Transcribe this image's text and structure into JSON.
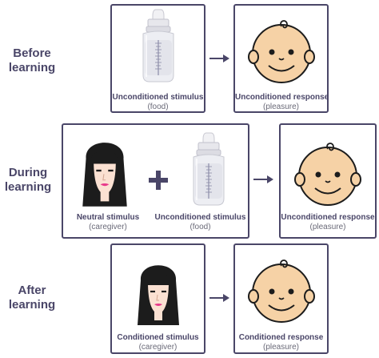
{
  "stages": [
    {
      "line1": "Before",
      "line2": "learning"
    },
    {
      "line1": "During",
      "line2": "learning"
    },
    {
      "line1": "After",
      "line2": "learning"
    }
  ],
  "captions": {
    "before_stimulus": {
      "title": "Unconditioned stimulus",
      "sub": "(food)"
    },
    "before_response": {
      "title": "Unconditioned response",
      "sub": "(pleasure)"
    },
    "during_neutral": {
      "title": "Neutral stimulus",
      "sub": "(caregiver)"
    },
    "during_stimulus": {
      "title": "Unconditioned stimulus",
      "sub": "(food)"
    },
    "during_response": {
      "title": "Unconditioned response",
      "sub": "(pleasure)"
    },
    "after_stimulus": {
      "title": "Conditioned stimulus",
      "sub": "(caregiver)"
    },
    "after_response": {
      "title": "Conditioned response",
      "sub": "(pleasure)"
    }
  },
  "colors": {
    "frame": "#4a4668",
    "skin": "#f6d2a6",
    "hair": "#1c1c1c",
    "lips": "#e8388a"
  },
  "icons": [
    "baby-bottle-icon",
    "baby-face-icon",
    "woman-face-icon",
    "plus-icon",
    "arrow-right-icon"
  ]
}
